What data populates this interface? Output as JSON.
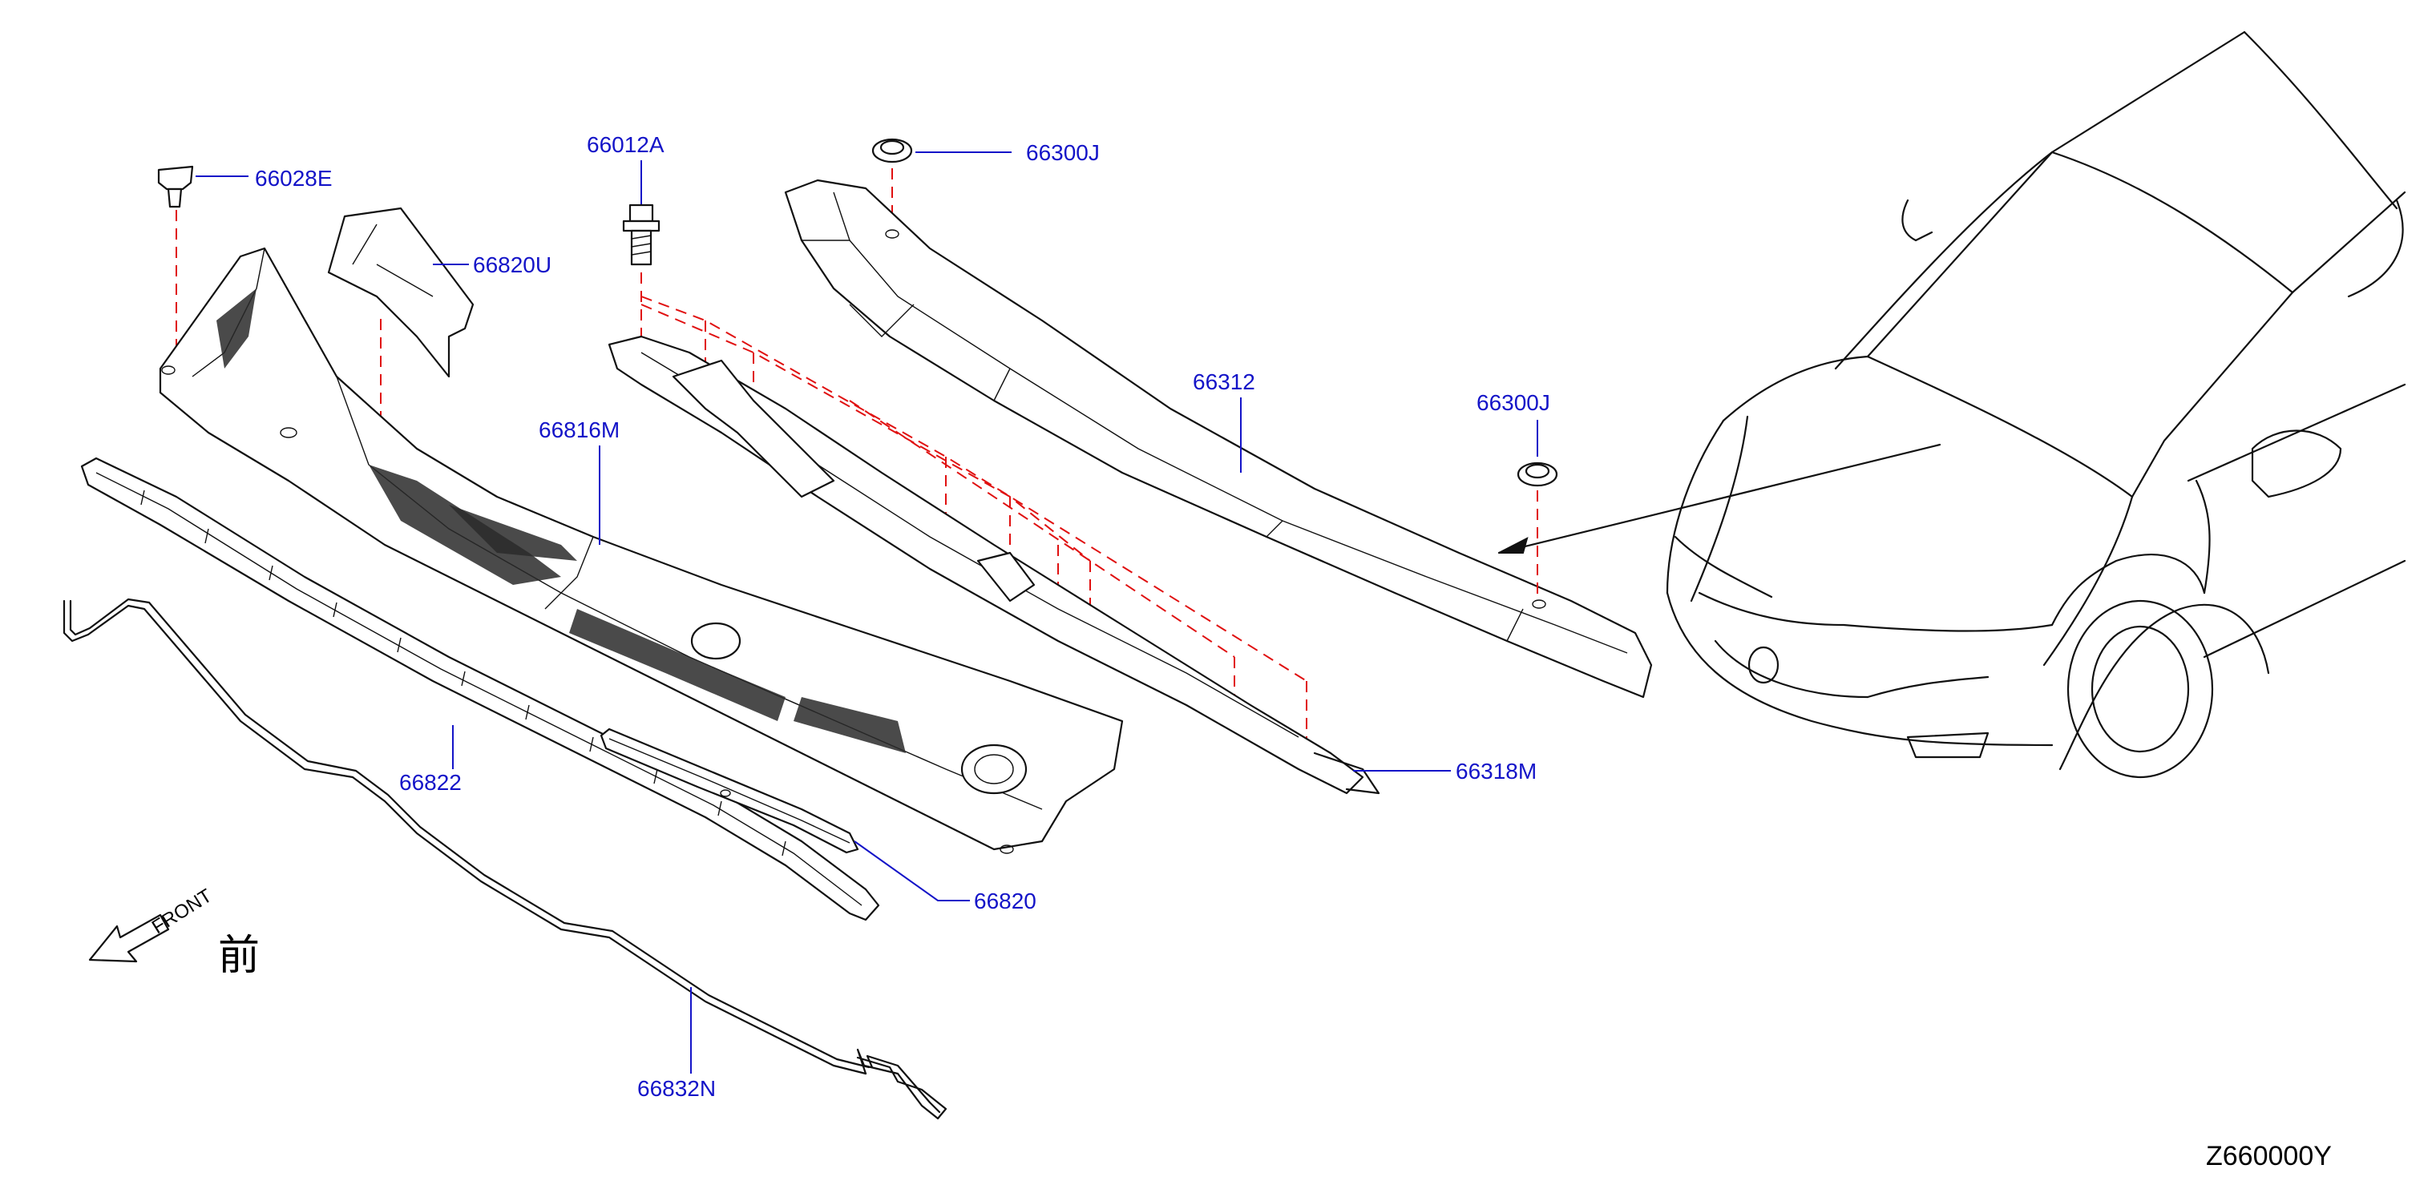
{
  "labels": {
    "p66028E": "66028E",
    "p66820U": "66820U",
    "p66012A": "66012A",
    "p66300J_top": "66300J",
    "p66312": "66312",
    "p66300J_right": "66300J",
    "p66816M": "66816M",
    "p66822": "66822",
    "p66318M": "66318M",
    "p66820": "66820",
    "p66832N": "66832N"
  },
  "front_indicator": {
    "text": "FRONT",
    "kanji": "前"
  },
  "diagram_code": "Z660000Y",
  "colors": {
    "part_label": "#1414c8",
    "dashed_guide": "#e01010",
    "line_art": "#111111"
  }
}
